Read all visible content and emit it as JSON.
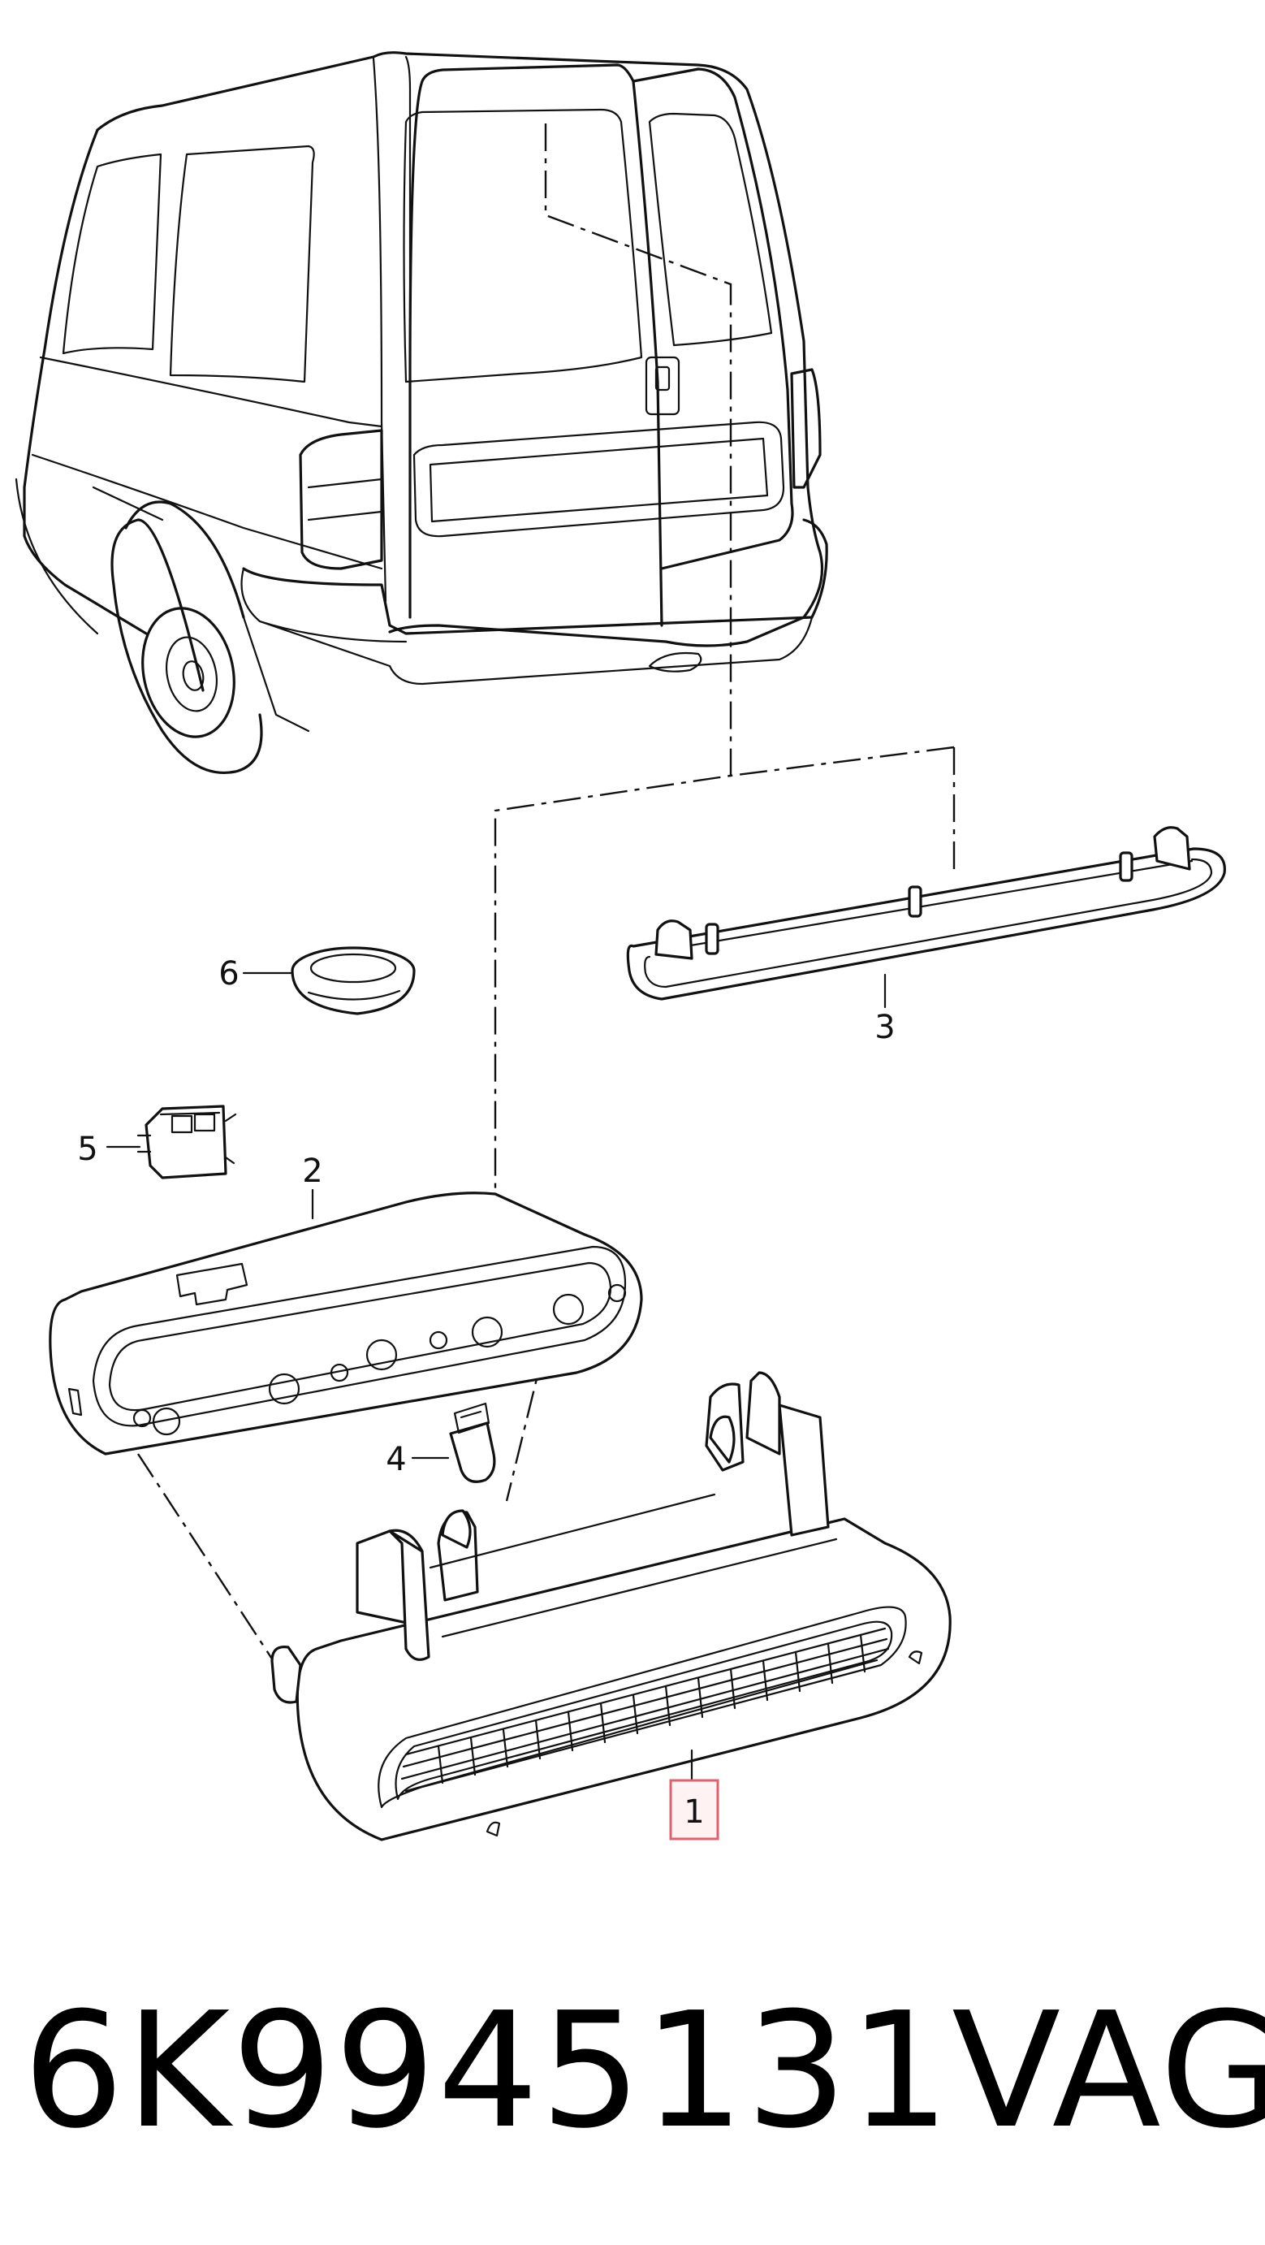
{
  "callouts": {
    "c1": "1",
    "c2": "2",
    "c3": "3",
    "c4": "4",
    "c5": "5",
    "c6": "6"
  },
  "highlight_color": "#e06070",
  "footer": {
    "part_number": "6K9945131",
    "brand": "VAG"
  }
}
